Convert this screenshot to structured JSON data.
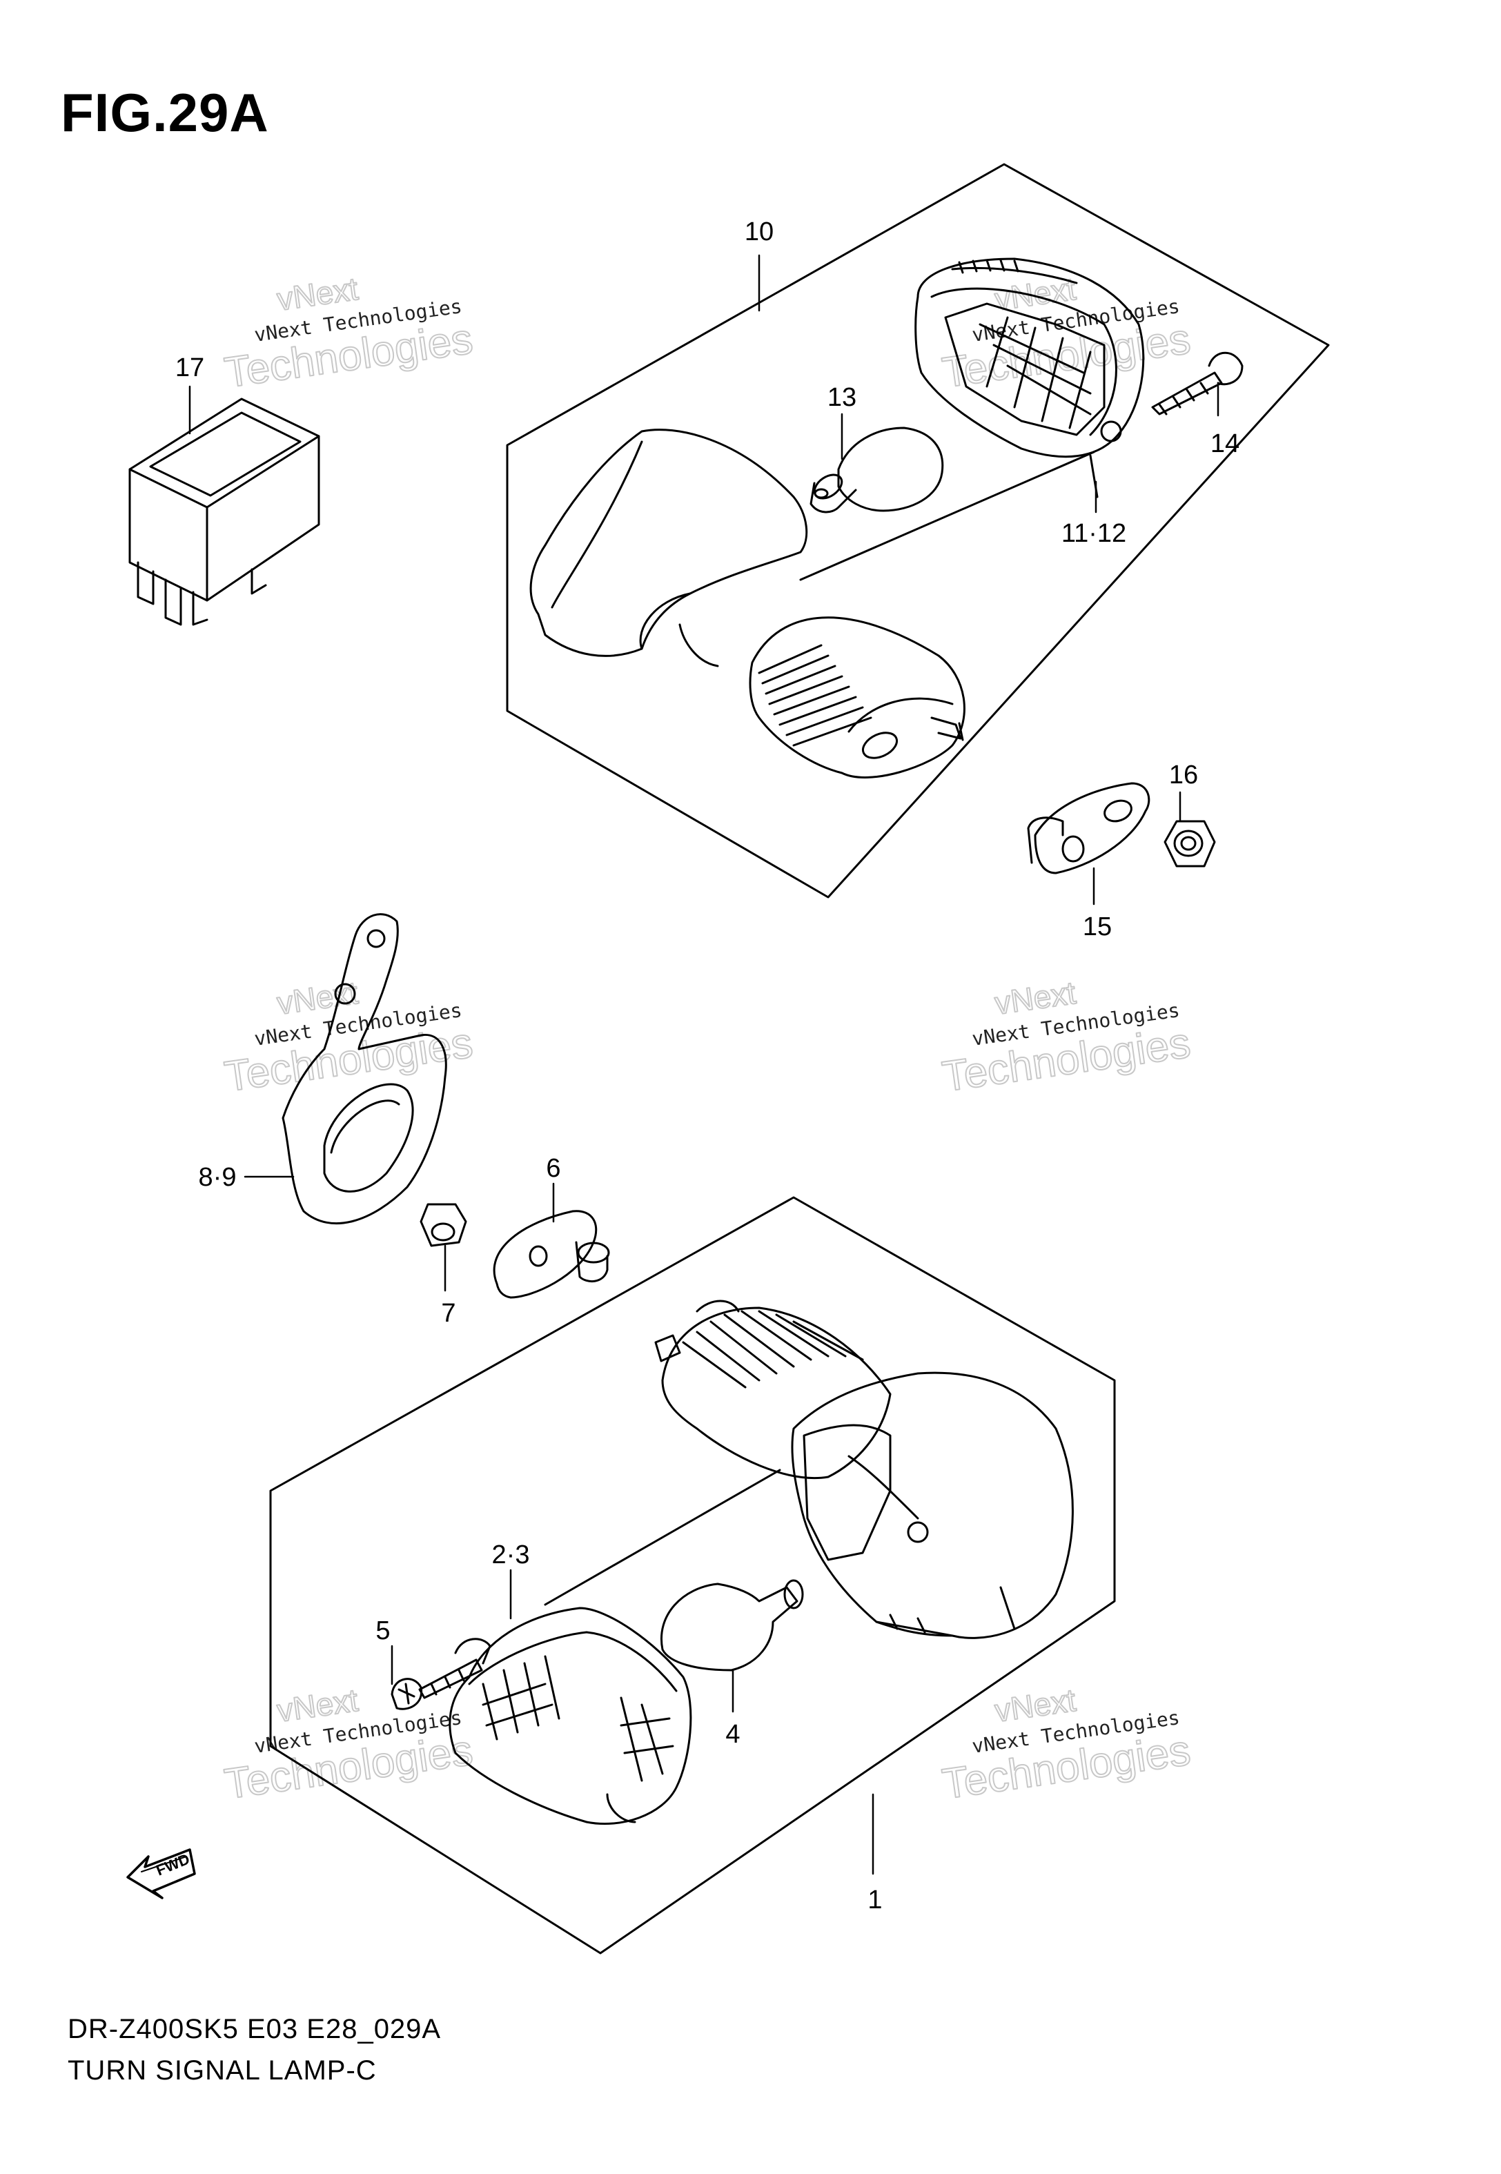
{
  "figure_title": "FIG.29A",
  "model_code": "DR-Z400SK5 E03 E28_029A",
  "diagram_title": "TURN SIGNAL LAMP-C",
  "fwd_label": "FWD",
  "watermark": {
    "line1": "vNext Technologies",
    "line2": "Technologies",
    "line3": "vNext"
  },
  "callouts": {
    "p1": "1",
    "p2_3": "2·3",
    "p4": "4",
    "p5": "5",
    "p6": "6",
    "p7": "7",
    "p8_9": "8·9",
    "p10": "10",
    "p11_12": "11·12",
    "p13": "13",
    "p14": "14",
    "p15": "15",
    "p16": "16",
    "p17": "17"
  }
}
